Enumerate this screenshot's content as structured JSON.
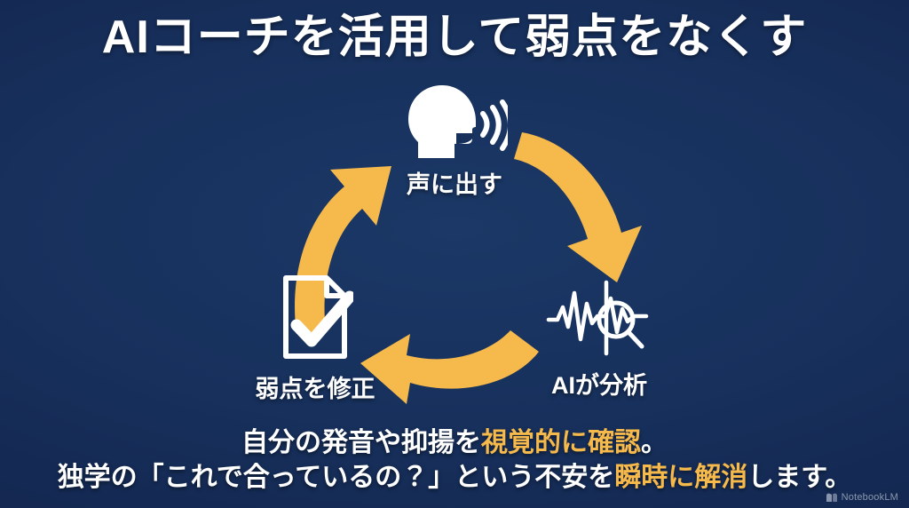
{
  "slide": {
    "title": "AIコーチを活用して弱点をなくす",
    "background_color": "#17305c",
    "accent_color": "#f6b94b",
    "text_color": "#ffffff"
  },
  "cycle": {
    "nodes": [
      {
        "id": "speak",
        "icon": "speaking-head-icon",
        "label": "声に出す"
      },
      {
        "id": "analyze",
        "icon": "waveform-magnifier-icon",
        "label": "AIが分析"
      },
      {
        "id": "fix",
        "icon": "document-checkmark-icon",
        "label": "弱点を修正"
      }
    ],
    "arrows": [
      {
        "id": "speak-to-analyze",
        "from": "speak",
        "to": "analyze",
        "color": "#f6b94b"
      },
      {
        "id": "analyze-to-fix",
        "from": "analyze",
        "to": "fix",
        "color": "#f6b94b"
      },
      {
        "id": "fix-to-speak",
        "from": "fix",
        "to": "speak",
        "color": "#f6b94b"
      }
    ]
  },
  "caption": {
    "line1": {
      "plain_start": "自分の発音や抑揚を",
      "highlight": "視覚的に確認",
      "plain_end": "。"
    },
    "line2": {
      "plain_start": "独学の「これで合っているの？」という不安を",
      "highlight": "瞬時に解消",
      "plain_end": "します。"
    }
  },
  "watermark": {
    "icon": "notebooklm-icon",
    "text": "NotebookLM"
  }
}
